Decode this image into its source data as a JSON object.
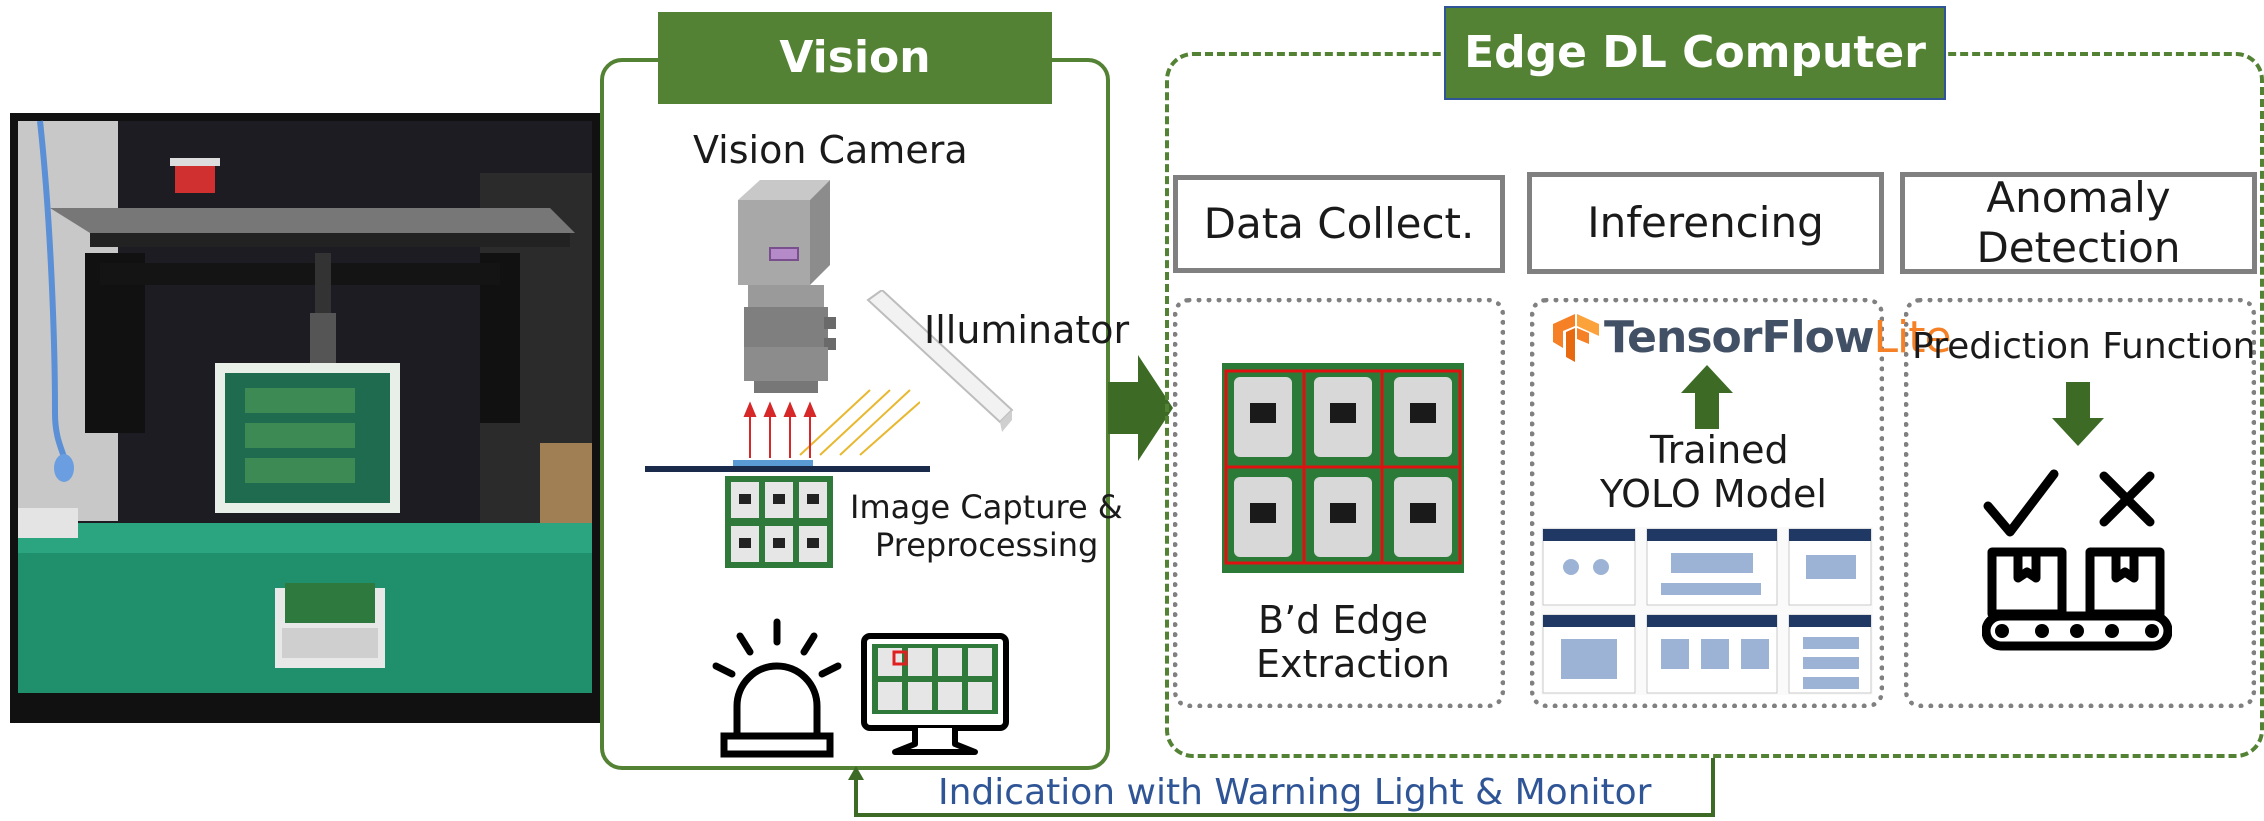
{
  "vision_section": {
    "title": "Vision Inspection",
    "camera_label": "Vision Camera",
    "illuminator_label": "Illuminator",
    "capture_label_line1": "Image Capture &",
    "capture_label_line2": "Preprocessing"
  },
  "edge_section": {
    "title": "Edge DL Computer",
    "columns": [
      {
        "header": "Data Collect.",
        "caption_line1": "B’d Edge",
        "caption_line2": "Extraction"
      },
      {
        "header": "Inferencing",
        "logo_main": "TensorFlow",
        "logo_suffix": "Lite",
        "caption_line1": "Trained",
        "caption_line2": "YOLO Model"
      },
      {
        "header_line1": "Anomaly",
        "header_line2": "Detection",
        "caption": "Prediction Function"
      }
    ]
  },
  "feedback_label": "Indication with Warning Light & Monitor",
  "colors": {
    "green": "#548235",
    "dark_green": "#3d6b26",
    "gray_border": "#808080",
    "blue_text": "#2f5597",
    "tf_orange": "#f58025"
  }
}
